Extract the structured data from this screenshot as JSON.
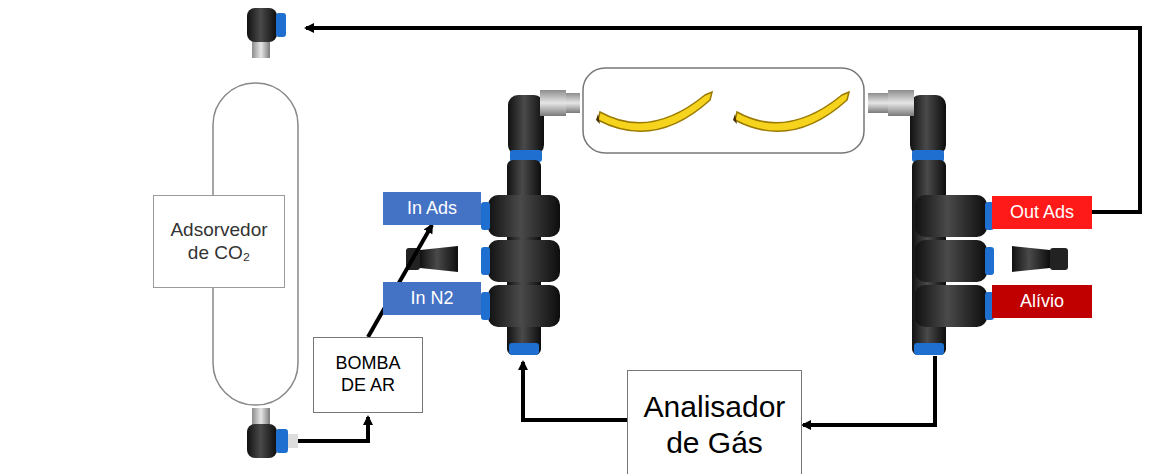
{
  "diagram": {
    "nodes": [
      {
        "text": [
          "Adsorvedor de CO₂"
        ]
      },
      {
        "text": [
          "BOMBA DE AR"
        ]
      },
      {
        "text": [
          "In Ads"
        ]
      },
      {
        "text": [
          "In N2"
        ]
      },
      {
        "text": [
          "Out Ads"
        ]
      },
      {
        "text": [
          "Alívio"
        ]
      },
      {
        "text": [
          "Analisador de Gás"
        ]
      }
    ],
    "edges": [
      {
        "from": 1,
        "to": 2,
        "arrow": "to"
      }
    ]
  }
}
